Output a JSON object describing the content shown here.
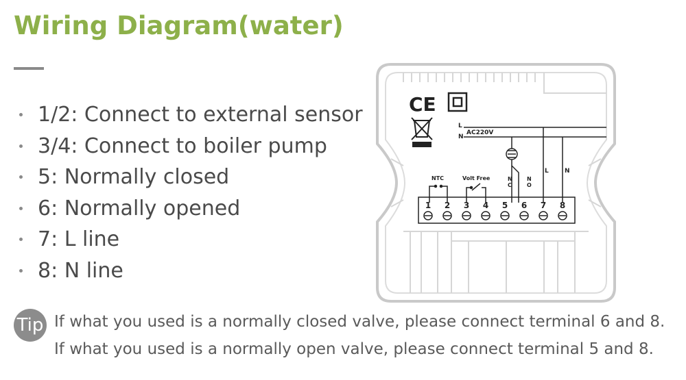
{
  "title": "Wiring Diagram(water)",
  "bullets": [
    "1/2: Connect to external sensor",
    "3/4: Connect to boiler pump",
    "5: Normally closed",
    "6: Normally opened",
    "7: L line",
    "8: N line"
  ],
  "tip": {
    "badge": "Tip",
    "line1": "If what you used is a normally closed valve, please connect terminal 6 and 8.",
    "line2": "If what you used is a normally open valve, please connect terminal 5 and 8."
  },
  "diagram": {
    "ce_mark": "CE",
    "l_label": "L",
    "n_label": "N",
    "ac_label": "AC220V",
    "ntc_label": "NTC",
    "volt_free_label": "Volt Free",
    "nc_label_n": "N",
    "nc_label_c": "C",
    "no_label_n": "N",
    "no_label_o": "O",
    "right_l": "L",
    "right_n": "N",
    "terminals": [
      "1",
      "2",
      "3",
      "4",
      "5",
      "6",
      "7",
      "8"
    ]
  },
  "colors": {
    "title": "#8db04a",
    "text": "#4a4a4a",
    "tip_badge": "#8c8c8c"
  }
}
